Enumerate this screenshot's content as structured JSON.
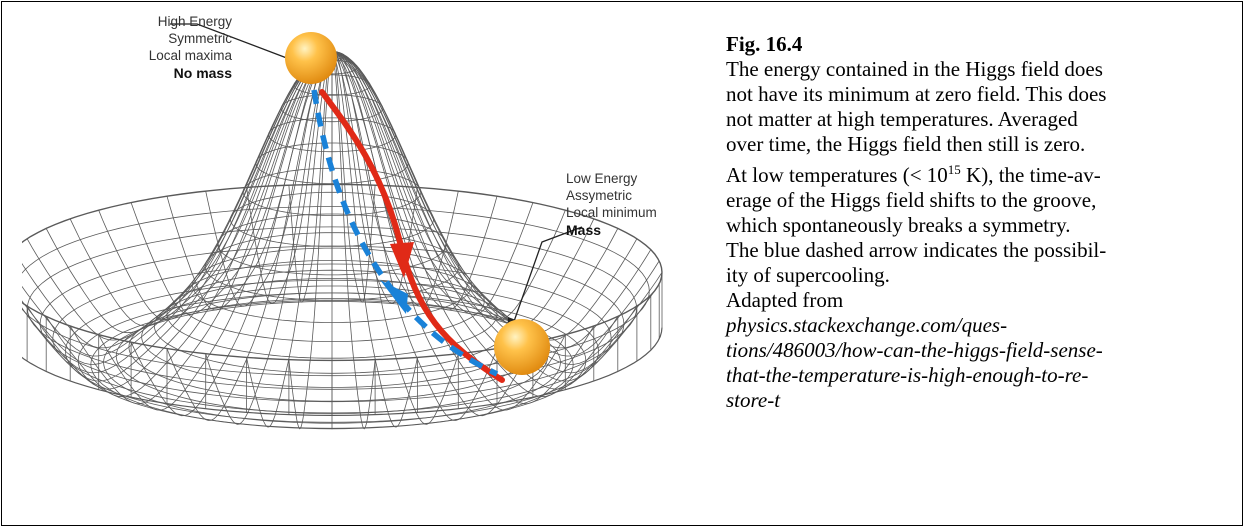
{
  "figure": {
    "high_label": [
      "High Energy",
      "Symmetric",
      "Local maxima"
    ],
    "high_bold": "No mass",
    "low_label": [
      "Low Energy",
      "Assymetric",
      "Local minimum"
    ],
    "low_bold": "Mass",
    "colors": {
      "mesh": "#5a5a5a",
      "red_arrow": "#e02a17",
      "blue_arrow": "#1a82d8",
      "ball": "#f5a623"
    }
  },
  "caption": {
    "title": "Fig. 16.4",
    "line1": "The energy contained in the Higgs field does",
    "line2": "not have its minimum at zero field.  This does",
    "line3": "not matter at high temperatures.  Averaged",
    "line4": "over time, the Higgs field then still is zero.",
    "line5_a": "At low temperatures (< 10",
    "line5_sup": "15",
    "line5_b": " K), the time-av-",
    "line6": "erage of the Higgs field shifts to the groove,",
    "line7": "which spontaneously breaks a symmetry.",
    "line8": "The blue dashed arrow indicates the possibil-",
    "line9": "ity of supercooling.",
    "line10": "Adapted from",
    "src1": "physics.stackexchange.com/ques-",
    "src2": "tions/486003/how-can-the-higgs-field-sense-",
    "src3": "that-the-temperature-is-high-enough-to-re-",
    "src4": "store-t"
  }
}
